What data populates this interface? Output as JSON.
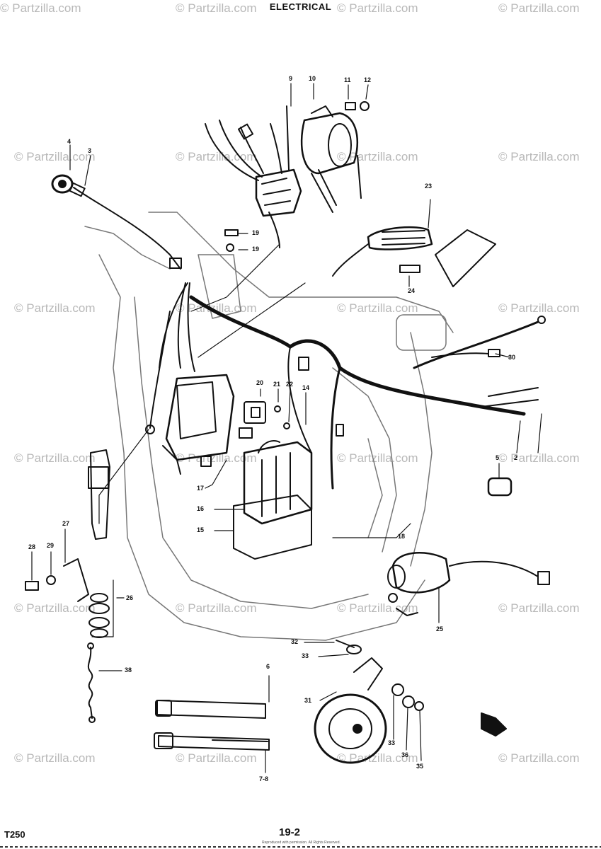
{
  "header": {
    "title": "ELECTRICAL"
  },
  "watermark": {
    "text": "© Partzilla.com",
    "color": "#b8b8b8"
  },
  "callouts": {
    "c4": "4",
    "c3": "3",
    "c9": "9",
    "c10": "10",
    "c11": "11",
    "c12": "12",
    "c19a": "19",
    "c19b": "19",
    "c23": "23",
    "c24": "24",
    "c30": "30",
    "c20": "20",
    "c21": "21",
    "c22": "22",
    "c14": "14",
    "c17": "17",
    "c16": "16",
    "c15": "15",
    "c18": "18",
    "c2": "2",
    "c5": "5",
    "c28a": "28",
    "c29": "29",
    "c27": "27",
    "c26": "26",
    "c38": "38",
    "c25": "25",
    "c32": "32",
    "c33a": "33",
    "c6": "6",
    "c31": "31",
    "c33b": "33",
    "c36": "36",
    "c35": "35",
    "c78": "7-8"
  },
  "footer": {
    "model": "T250",
    "page": "19-2",
    "copyright": "Reproduced with permission. All Rights Reserved."
  }
}
